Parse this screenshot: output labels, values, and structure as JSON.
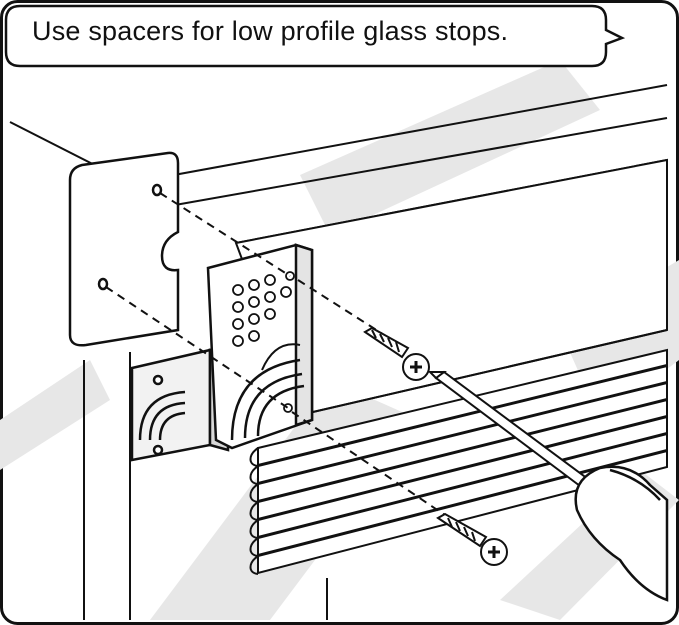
{
  "caption": {
    "text": "Use spacers for low profile glass stops."
  },
  "colors": {
    "line": "#111111",
    "background": "#ffffff",
    "watermark": "#e6e6e6",
    "fill_light": "#f4f4f4",
    "fill_mid": "#dcdcdc"
  },
  "icons": [
    "screw",
    "screwdriver",
    "hand",
    "spacer",
    "bracket",
    "mounting-hole"
  ]
}
